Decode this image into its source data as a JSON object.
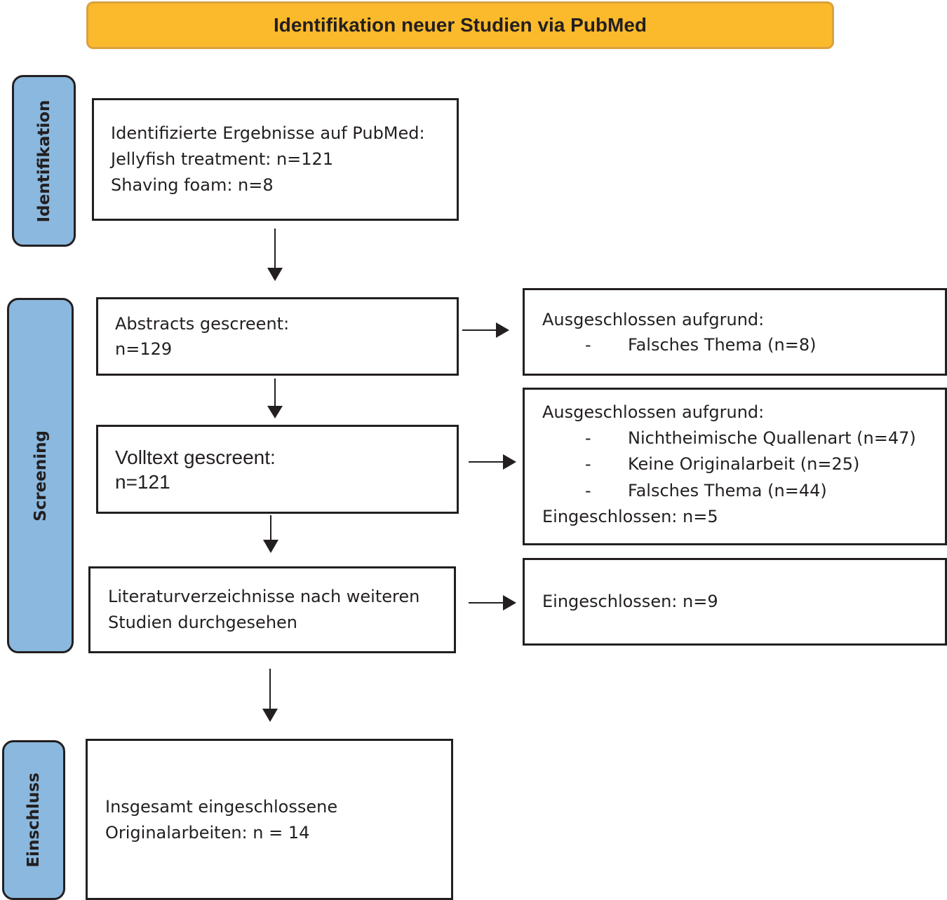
{
  "header": {
    "title": "Identifikation neuer Studien via PubMed"
  },
  "phases": {
    "identification": "Identifikation",
    "screening": "Screening",
    "inclusion": "Einschluss"
  },
  "identified": {
    "title": "Identifizierte Ergebnisse auf PubMed:",
    "line1": "Jellyfish treatment: n=121",
    "line2": "Shaving foam: n=8"
  },
  "abstracts": {
    "title": "Abstracts gescreent:",
    "count": "n=129"
  },
  "excluded_abstracts": {
    "title": "Ausgeschlossen aufgrund:",
    "items": [
      {
        "dash": "-",
        "text": "Falsches Thema (n=8)"
      }
    ]
  },
  "fulltext": {
    "title": "Volltext gescreent:",
    "count": "n=121"
  },
  "excluded_fulltext": {
    "title": "Ausgeschlossen aufgrund:",
    "items": [
      {
        "dash": "-",
        "text": "Nichtheimische Quallenart (n=47)"
      },
      {
        "dash": "-",
        "text": "Keine Originalarbeit (n=25)"
      },
      {
        "dash": "-",
        "text": "Falsches Thema (n=44)"
      }
    ],
    "included": "Eingeschlossen: n=5"
  },
  "references": {
    "line1": "Literaturverzeichnisse nach weiteren",
    "line2": "Studien durchgesehen"
  },
  "references_included": {
    "text": "Eingeschlossen: n=9"
  },
  "total": {
    "line1": "Insgesamt eingeschlossene",
    "line2": "Originalarbeiten: n = 14"
  }
}
